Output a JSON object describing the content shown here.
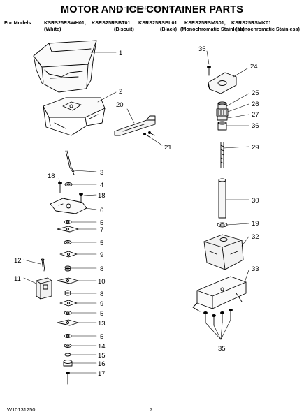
{
  "watermark": "AppliancePartsPros.com",
  "title": "MOTOR AND ICE CONTAINER PARTS",
  "models": {
    "prefix": "For Models:",
    "list": [
      "KSRS25RSWH01,",
      "KSRS25RSBT01,",
      "KSRS25RSBL01,",
      "KSRS25RSMS01,",
      "KSRS25RSMK01"
    ],
    "colors": [
      "(White)",
      "(Biscuit)",
      "(Black)",
      "(Monochromatic Stainless)",
      "(Monochromatic Stainless)"
    ]
  },
  "callouts": [
    {
      "n": "1"
    },
    {
      "n": "2"
    },
    {
      "n": "20"
    },
    {
      "n": "21"
    },
    {
      "n": "3"
    },
    {
      "n": "18"
    },
    {
      "n": "4"
    },
    {
      "n": "18"
    },
    {
      "n": "6"
    },
    {
      "n": "5"
    },
    {
      "n": "7"
    },
    {
      "n": "5"
    },
    {
      "n": "9"
    },
    {
      "n": "12"
    },
    {
      "n": "8"
    },
    {
      "n": "11"
    },
    {
      "n": "10"
    },
    {
      "n": "8"
    },
    {
      "n": "9"
    },
    {
      "n": "5"
    },
    {
      "n": "13"
    },
    {
      "n": "5"
    },
    {
      "n": "14"
    },
    {
      "n": "15"
    },
    {
      "n": "16"
    },
    {
      "n": "17"
    },
    {
      "n": "35"
    },
    {
      "n": "24"
    },
    {
      "n": "25"
    },
    {
      "n": "26"
    },
    {
      "n": "27"
    },
    {
      "n": "36"
    },
    {
      "n": "29"
    },
    {
      "n": "30"
    },
    {
      "n": "19"
    },
    {
      "n": "32"
    },
    {
      "n": "33"
    },
    {
      "n": "35"
    }
  ],
  "footer": {
    "doc_number": "W10131250",
    "page_number": "7"
  }
}
